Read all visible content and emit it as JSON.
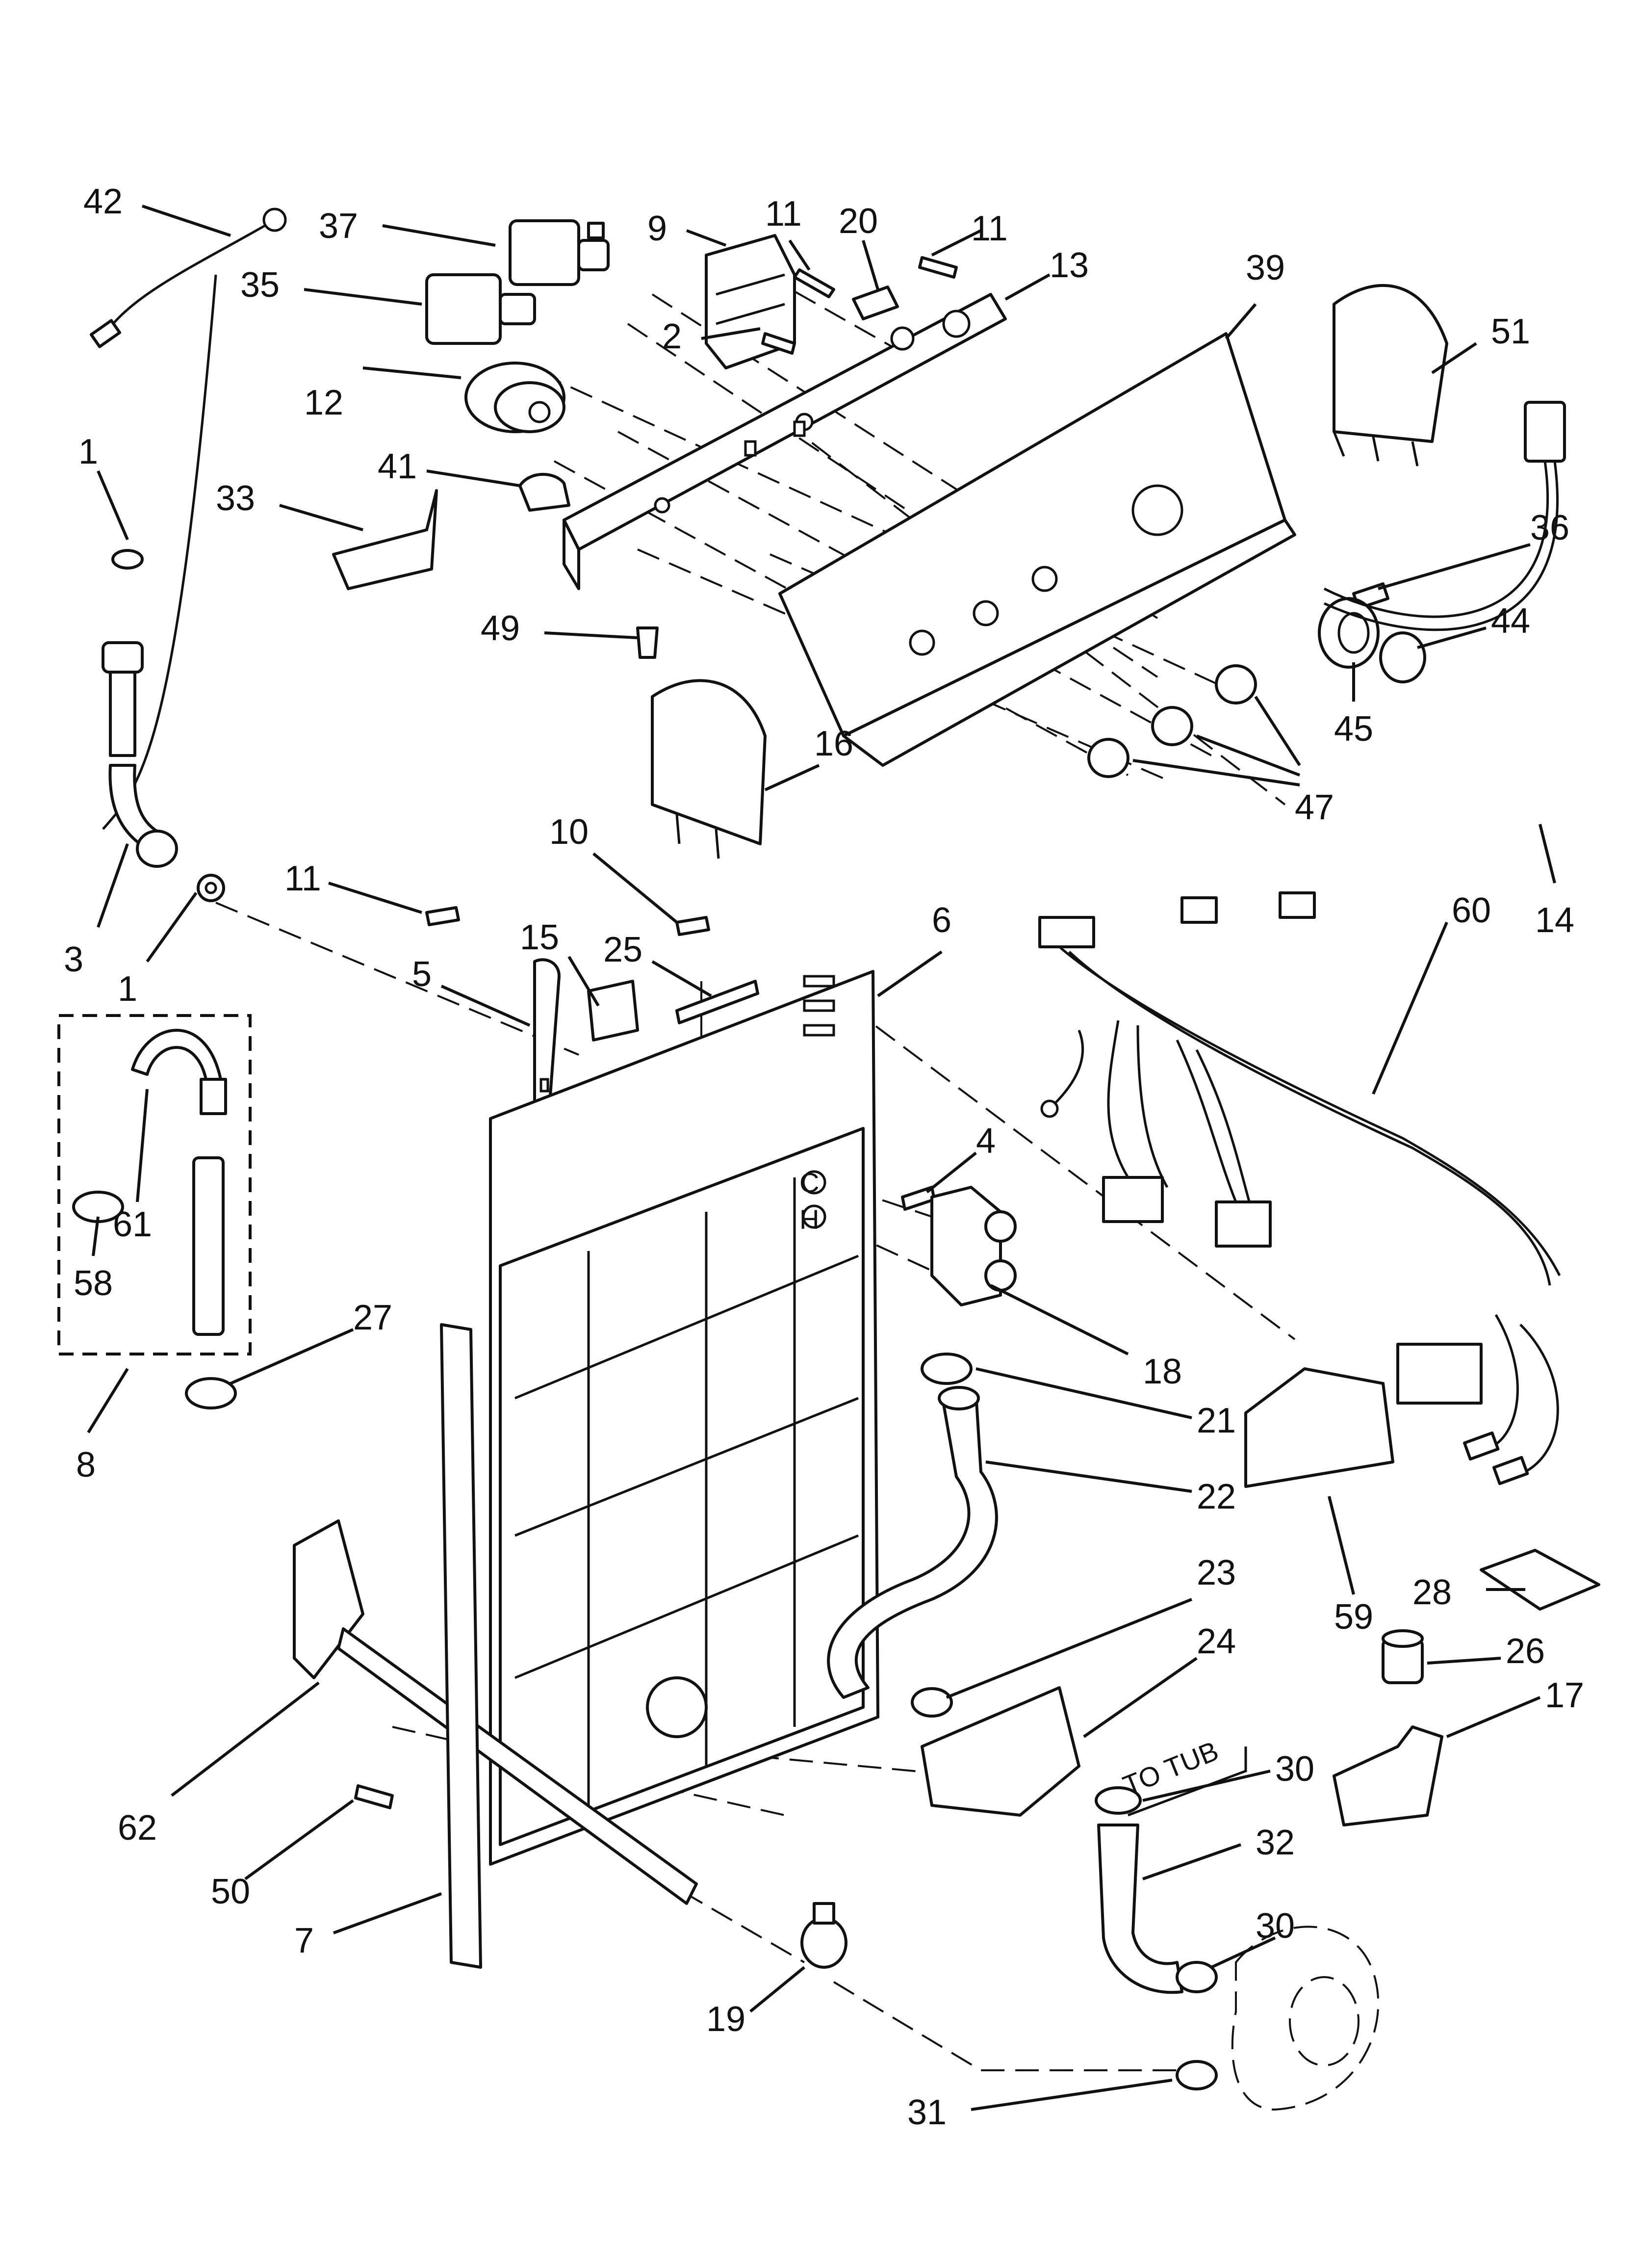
{
  "callouts": [
    {
      "id": "c42a",
      "text": "42"
    },
    {
      "id": "c37",
      "text": "37"
    },
    {
      "id": "c9",
      "text": "9"
    },
    {
      "id": "c11a",
      "text": "11"
    },
    {
      "id": "c20",
      "text": "20"
    },
    {
      "id": "c11b",
      "text": "11"
    },
    {
      "id": "c13",
      "text": "13"
    },
    {
      "id": "c39",
      "text": "39"
    },
    {
      "id": "c35",
      "text": "35"
    },
    {
      "id": "c51",
      "text": "51"
    },
    {
      "id": "c2",
      "text": "2"
    },
    {
      "id": "c12",
      "text": "12"
    },
    {
      "id": "c1a",
      "text": "1"
    },
    {
      "id": "c41",
      "text": "41"
    },
    {
      "id": "c33",
      "text": "33"
    },
    {
      "id": "c36",
      "text": "36"
    },
    {
      "id": "c49",
      "text": "49"
    },
    {
      "id": "c44",
      "text": "44"
    },
    {
      "id": "c16",
      "text": "16"
    },
    {
      "id": "c45",
      "text": "45"
    },
    {
      "id": "c47",
      "text": "47"
    },
    {
      "id": "c10",
      "text": "10"
    },
    {
      "id": "c11c",
      "text": "11"
    },
    {
      "id": "c14",
      "text": "14"
    },
    {
      "id": "c6",
      "text": "6"
    },
    {
      "id": "c60",
      "text": "60"
    },
    {
      "id": "c15",
      "text": "15"
    },
    {
      "id": "c25",
      "text": "25"
    },
    {
      "id": "c5",
      "text": "5"
    },
    {
      "id": "c3",
      "text": "3"
    },
    {
      "id": "c1b",
      "text": "1"
    },
    {
      "id": "c4",
      "text": "4"
    },
    {
      "id": "c61",
      "text": "61"
    },
    {
      "id": "c58",
      "text": "58"
    },
    {
      "id": "c27",
      "text": "27"
    },
    {
      "id": "c18",
      "text": "18"
    },
    {
      "id": "c8",
      "text": "8"
    },
    {
      "id": "c21",
      "text": "21"
    },
    {
      "id": "c22",
      "text": "22"
    },
    {
      "id": "c59",
      "text": "59"
    },
    {
      "id": "c23",
      "text": "23"
    },
    {
      "id": "c28",
      "text": "28"
    },
    {
      "id": "c24",
      "text": "24"
    },
    {
      "id": "c26",
      "text": "26"
    },
    {
      "id": "c17",
      "text": "17"
    },
    {
      "id": "c62",
      "text": "62"
    },
    {
      "id": "c30a",
      "text": "30"
    },
    {
      "id": "c32",
      "text": "32"
    },
    {
      "id": "c50",
      "text": "50"
    },
    {
      "id": "c30b",
      "text": "30"
    },
    {
      "id": "c7",
      "text": "7"
    },
    {
      "id": "c19",
      "text": "19"
    },
    {
      "id": "c31",
      "text": "31"
    }
  ],
  "notes": {
    "to_tub": "TO TUB"
  },
  "valve_marks": {
    "cold": "C",
    "hot": "H"
  }
}
